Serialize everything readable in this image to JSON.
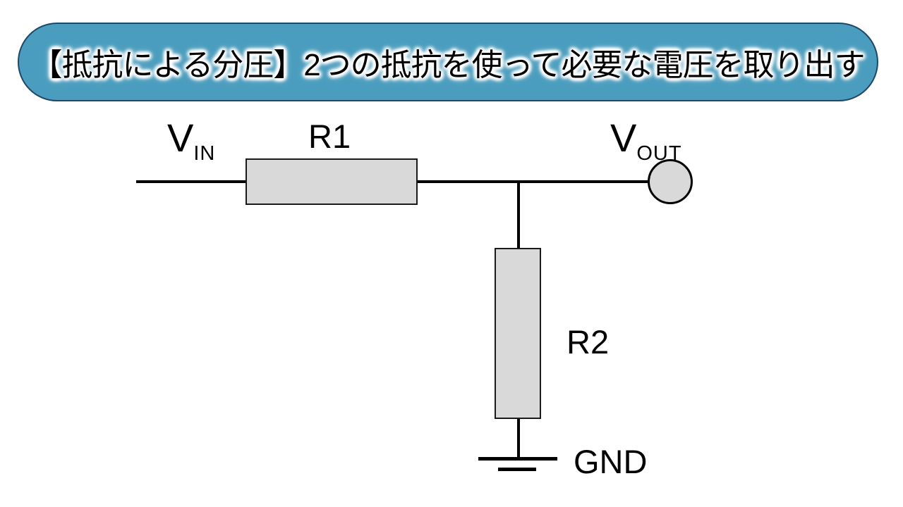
{
  "banner": {
    "text": "【抵抗による分圧】2つの抵抗を使って必要な電圧を取り出す",
    "fill_color": "#4A9DBE",
    "border_color": "#1F4868",
    "text_color": "#000000",
    "glow_color": "#FFFFFF"
  },
  "circuit": {
    "labels": {
      "vin_main": "V",
      "vin_sub": "IN",
      "r1": "R1",
      "vout_main": "V",
      "vout_sub": "OUT",
      "r2": "R2",
      "gnd": "GND"
    },
    "colors": {
      "wire": "#000000",
      "resistor_fill": "#D9D9D9",
      "resistor_border": "#1A1A1A",
      "terminal_fill": "#D9D9D9"
    }
  }
}
